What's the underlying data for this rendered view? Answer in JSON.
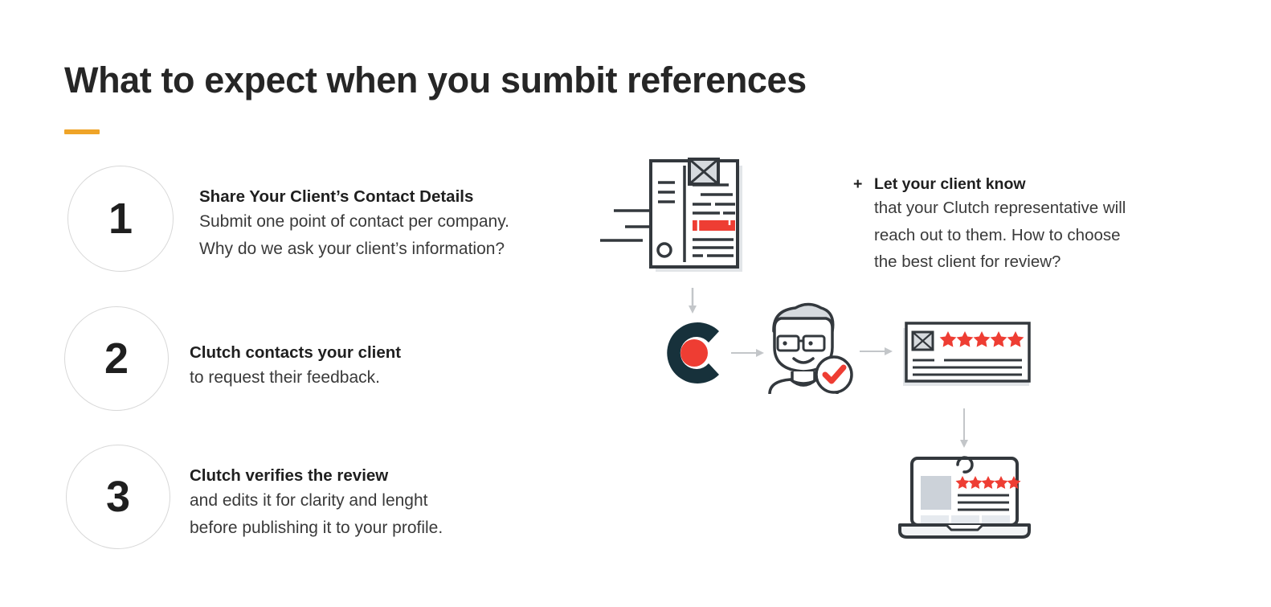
{
  "page": {
    "title": "What to expect when you sumbit references",
    "accent_color": "#efa428",
    "background_color": "#ffffff",
    "text_color": "#2b2b2b"
  },
  "steps": [
    {
      "number": "1",
      "heading": "Share Your Client’s Contact Details",
      "lines": [
        "Submit one point of contact per company.",
        "Why do we ask your client’s information?"
      ]
    },
    {
      "number": "2",
      "heading": "Clutch contacts your client",
      "lines": [
        "to request their feedback."
      ]
    },
    {
      "number": "3",
      "heading": "Clutch verifies the review",
      "lines": [
        "and edits it for clarity and lenght",
        "before publishing it to your profile."
      ]
    }
  ],
  "side_note": {
    "plus": "+",
    "heading": "Let your client know",
    "lines": [
      "that your Clutch representative will",
      "reach out to them. How to choose",
      "the best client for review?"
    ]
  },
  "illustration": {
    "colors": {
      "outline": "#33383d",
      "red": "#ee3d33",
      "navy": "#17313b",
      "light_gray": "#dfe3e8",
      "arrow_gray": "#c3c6c9",
      "screen_gray": "#ccd2d9"
    },
    "document": {
      "name": "document-with-envelope",
      "stars": 0,
      "speed_lines": 3,
      "highlight_color": "#ee3d33"
    },
    "clutch_logo": {
      "name": "clutch-logo",
      "letter": "C",
      "dot_color": "#ee3d33"
    },
    "reviewer": {
      "name": "reviewer-avatar",
      "badge": "verified-check"
    },
    "review_card": {
      "name": "review-card",
      "stars": 5,
      "star_color": "#ee3d33"
    },
    "laptop": {
      "name": "laptop-review-page",
      "stars": 5,
      "star_color": "#ee3d33"
    },
    "arrows": [
      {
        "name": "arrow-document-to-logo",
        "direction": "down"
      },
      {
        "name": "arrow-logo-to-reviewer",
        "direction": "right"
      },
      {
        "name": "arrow-reviewer-to-card",
        "direction": "right"
      },
      {
        "name": "arrow-card-to-laptop",
        "direction": "down"
      }
    ]
  }
}
